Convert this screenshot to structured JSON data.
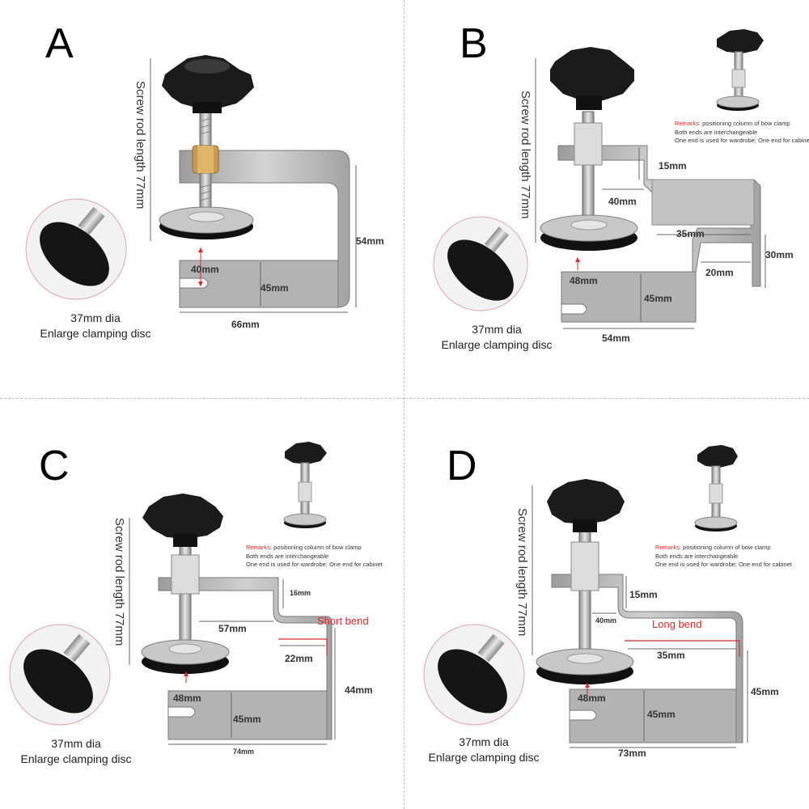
{
  "panels": [
    {
      "letter": "A",
      "screw_label": "Screw rod length 77mm",
      "caption_line1": "37mm dia",
      "caption_line2": "Enlarge clamping disc",
      "dims": {
        "height": "54mm",
        "gap": "40mm",
        "inner": "45mm",
        "width": "66mm"
      }
    },
    {
      "letter": "B",
      "screw_label": "Screw rod length 77mm",
      "caption_line1": "37mm dia",
      "caption_line2": "Enlarge clamping disc",
      "remarks_prefix": "Remarks:",
      "remarks_line1": " positioning column of bow clamp",
      "remarks_line2": "Both ends are interchangeable",
      "remarks_line3": "One end is used for wardrobe; One end for cabinet",
      "dims": {
        "step": "15mm",
        "top": "40mm",
        "mid": "35mm",
        "rise": "30mm",
        "inset": "20mm",
        "gap": "48mm",
        "inner": "45mm",
        "width": "54mm"
      }
    },
    {
      "letter": "C",
      "screw_label": "Screw rod length 77mm",
      "caption_line1": "37mm dia",
      "caption_line2": "Enlarge clamping disc",
      "remarks_prefix": "Remarks:",
      "remarks_line1": " positioning column of bow clamp",
      "remarks_line2": "Both ends are interchangeable",
      "remarks_line3": "One end is used for wardrobe; One end for cabinet",
      "bend_label": "Short bend",
      "dims": {
        "step": "16mm",
        "top": "57mm",
        "bend": "22mm",
        "height": "44mm",
        "gap": "48mm",
        "inner": "45mm",
        "width": "74mm"
      }
    },
    {
      "letter": "D",
      "screw_label": "Screw rod length 77mm",
      "caption_line1": "37mm dia",
      "caption_line2": "Enlarge clamping disc",
      "remarks_prefix": "Remarks:",
      "remarks_line1": " positioning column of bow clamp",
      "remarks_line2": "Both ends are interchangeable",
      "remarks_line3": "One end is used for wardrobe; One end for cabinet",
      "bend_label": "Long bend",
      "dims": {
        "step": "15mm",
        "top": "40mm",
        "bend": "35mm",
        "height": "45mm",
        "gap": "48mm",
        "inner": "45mm",
        "width": "73mm"
      }
    }
  ],
  "colors": {
    "steel": "#b9b9b9",
    "steel_dark": "#8d8d8d",
    "knob": "#1b1b1b",
    "accent": "#d62b2b",
    "brass": "#c99a52"
  }
}
